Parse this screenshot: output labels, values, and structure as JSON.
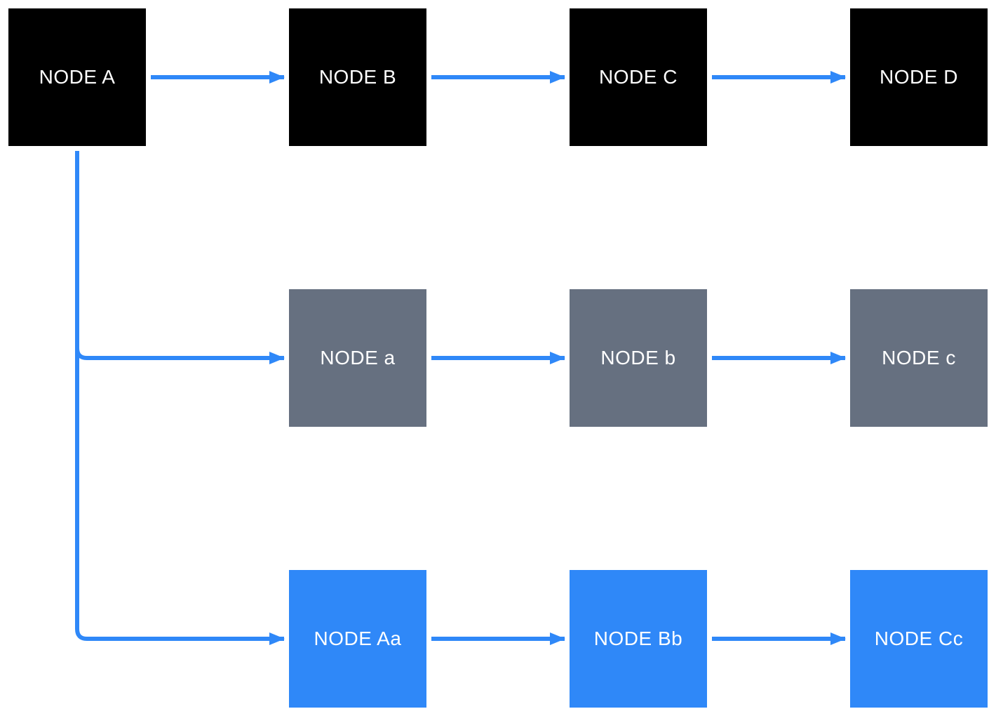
{
  "diagram": {
    "title": "node-flow-diagram",
    "colors": {
      "background": "#FFFFFF",
      "row1_black": "#000000",
      "row2_gray": "#667080",
      "row3_blue": "#2F88F8",
      "arrow": "#2F88F8",
      "label_text": "#FFFFFF"
    },
    "nodes": [
      {
        "id": "node-A",
        "label": "NODE A",
        "row": 1,
        "col": 1,
        "color_key": "row1_black"
      },
      {
        "id": "node-B",
        "label": "NODE B",
        "row": 1,
        "col": 2,
        "color_key": "row1_black"
      },
      {
        "id": "node-C",
        "label": "NODE C",
        "row": 1,
        "col": 3,
        "color_key": "row1_black"
      },
      {
        "id": "node-D",
        "label": "NODE D",
        "row": 1,
        "col": 4,
        "color_key": "row1_black"
      },
      {
        "id": "node-a",
        "label": "NODE a",
        "row": 2,
        "col": 2,
        "color_key": "row2_gray"
      },
      {
        "id": "node-b",
        "label": "NODE b",
        "row": 2,
        "col": 3,
        "color_key": "row2_gray"
      },
      {
        "id": "node-c",
        "label": "NODE c",
        "row": 2,
        "col": 4,
        "color_key": "row2_gray"
      },
      {
        "id": "node-Aa",
        "label": "NODE Aa",
        "row": 3,
        "col": 2,
        "color_key": "row3_blue"
      },
      {
        "id": "node-Bb",
        "label": "NODE Bb",
        "row": 3,
        "col": 3,
        "color_key": "row3_blue"
      },
      {
        "id": "node-Cc",
        "label": "NODE Cc",
        "row": 3,
        "col": 4,
        "color_key": "row3_blue"
      }
    ],
    "edges": [
      {
        "from": "node-A",
        "to": "node-B"
      },
      {
        "from": "node-B",
        "to": "node-C"
      },
      {
        "from": "node-C",
        "to": "node-D"
      },
      {
        "from": "node-A",
        "to": "node-a"
      },
      {
        "from": "node-a",
        "to": "node-b"
      },
      {
        "from": "node-b",
        "to": "node-c"
      },
      {
        "from": "node-A",
        "to": "node-Aa"
      },
      {
        "from": "node-Aa",
        "to": "node-Bb"
      },
      {
        "from": "node-Bb",
        "to": "node-Cc"
      }
    ]
  }
}
